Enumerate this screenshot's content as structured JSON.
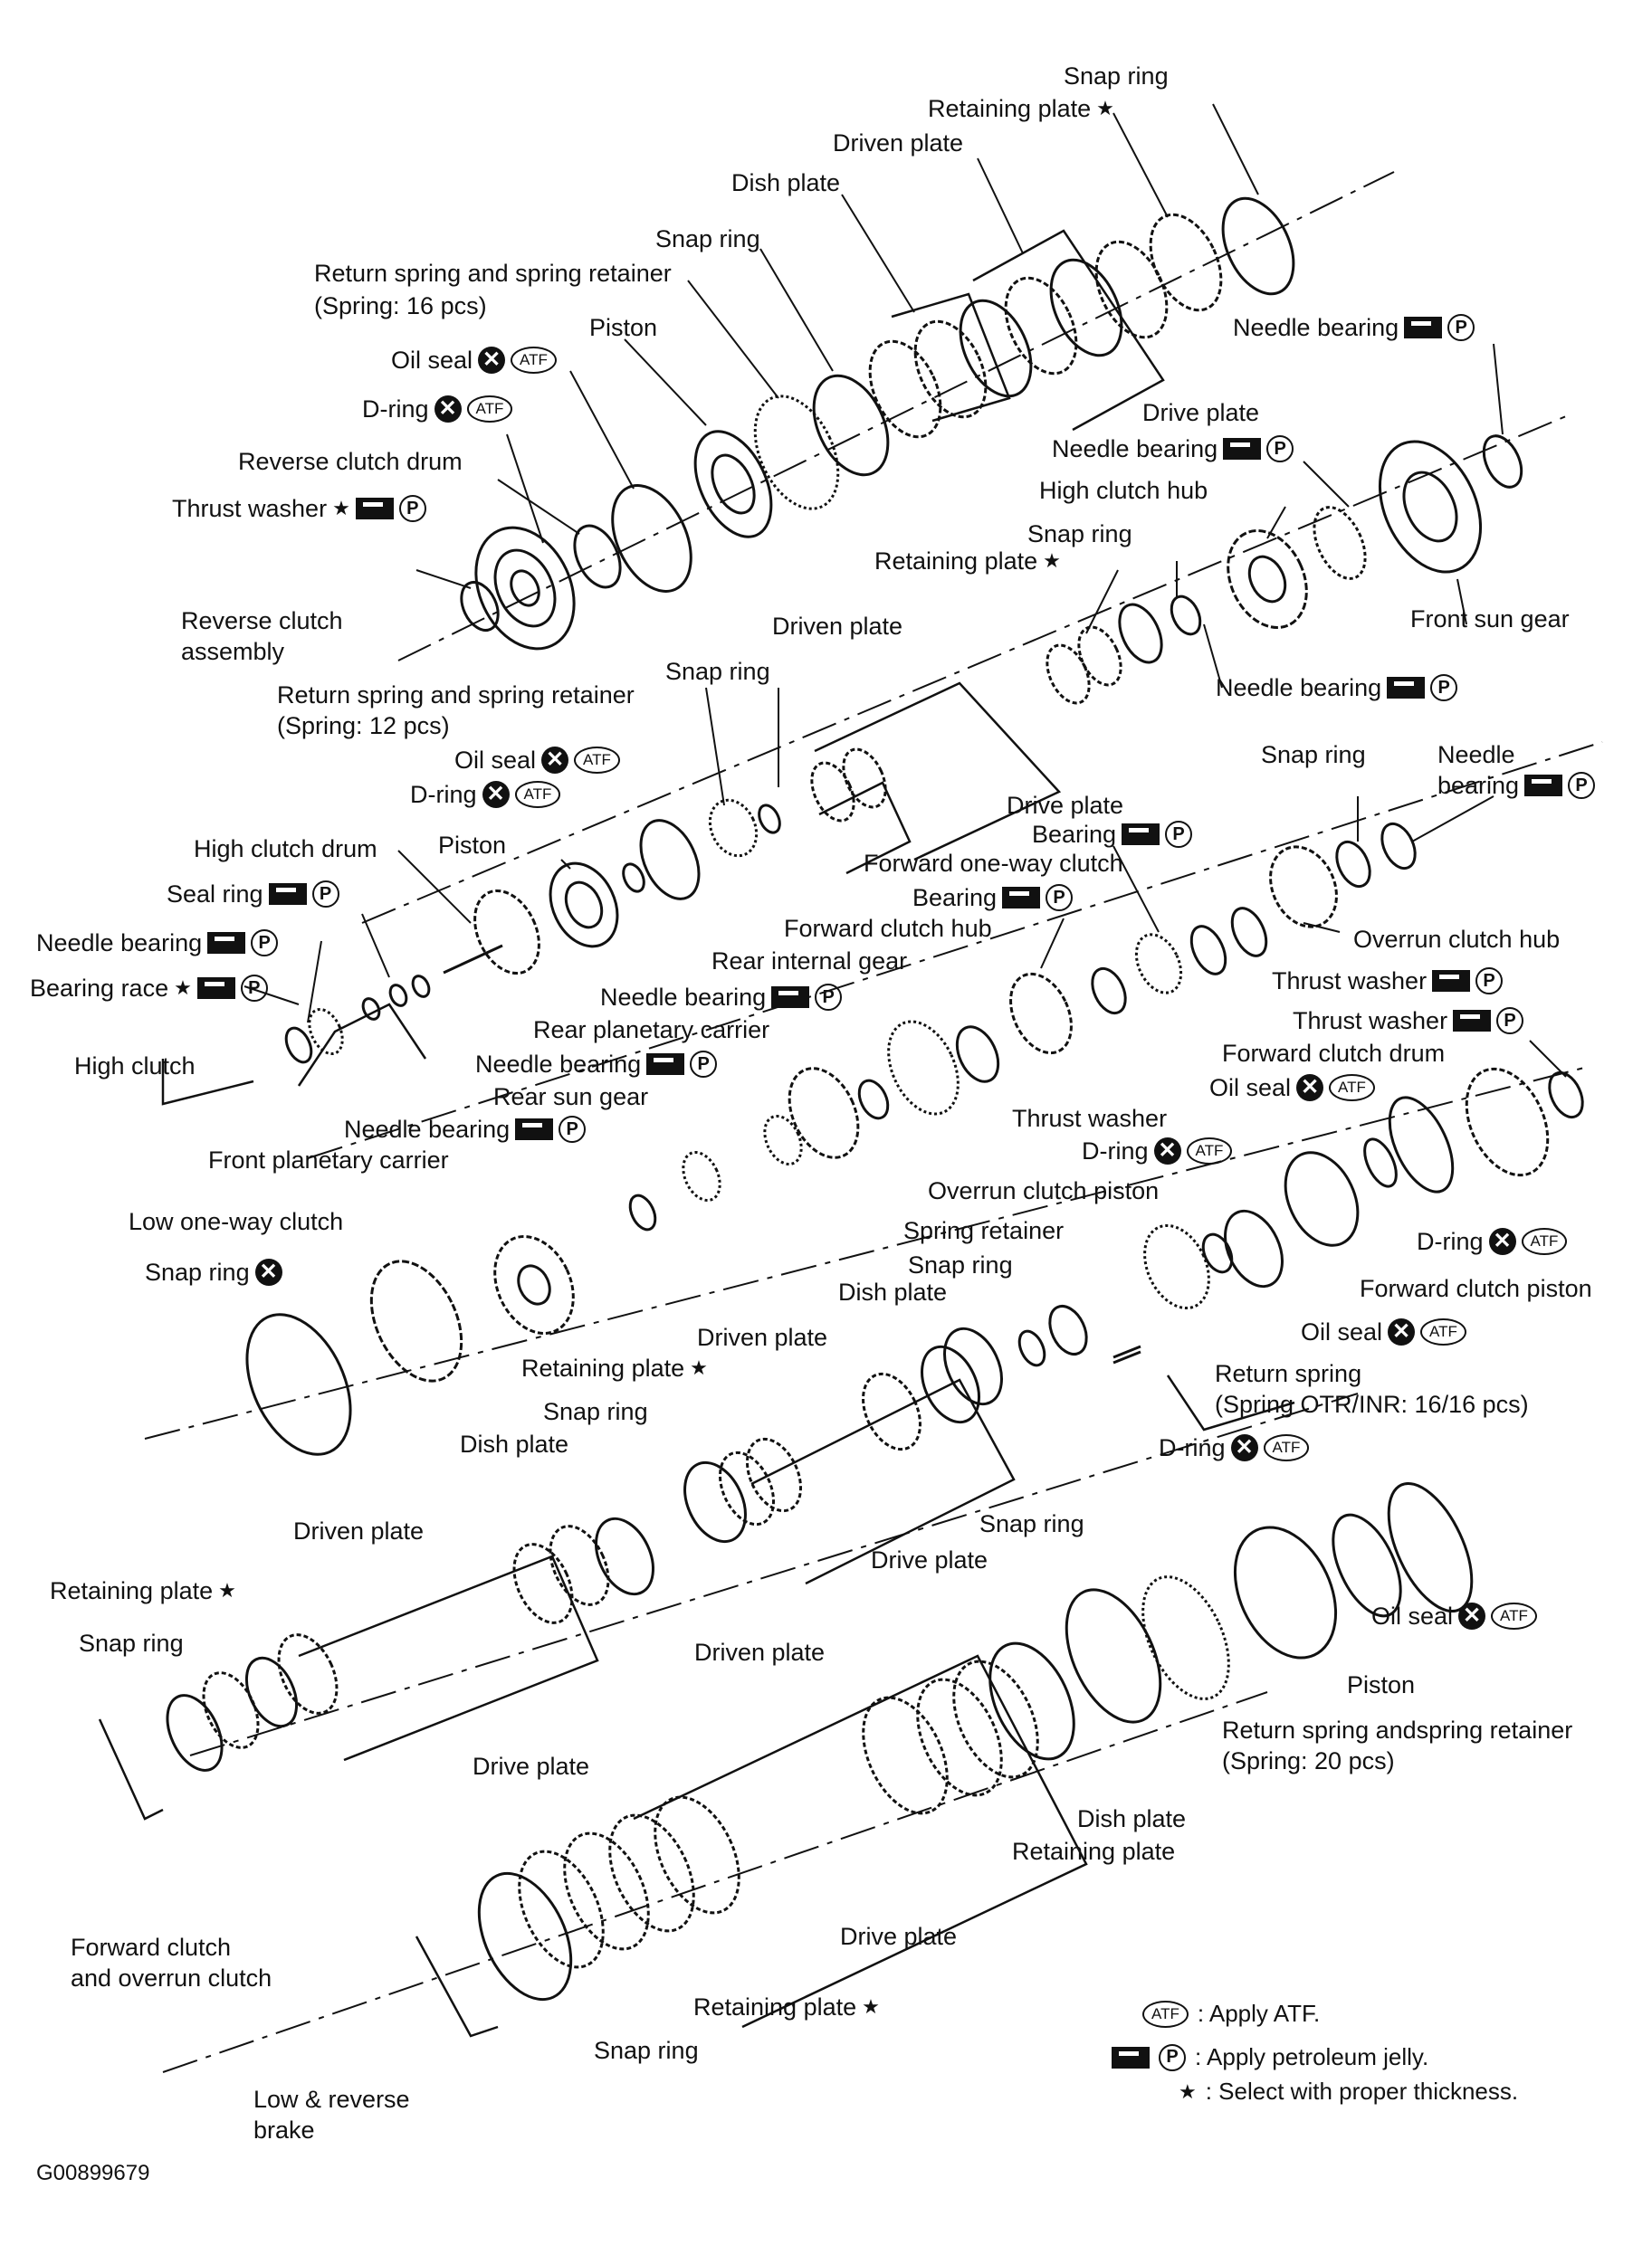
{
  "diagram_code": "G00899679",
  "labels": {
    "snap_ring_1": "Snap ring",
    "retaining_plate_1": "Retaining plate",
    "driven_plate_1": "Driven plate",
    "dish_plate_1": "Dish plate",
    "snap_ring_2": "Snap ring",
    "return_spring_1a": "Return spring and spring retainer",
    "return_spring_1b": "(Spring: 16 pcs)",
    "piston_1": "Piston",
    "oil_seal_1": "Oil seal",
    "d_ring_1": "D-ring",
    "reverse_clutch_drum": "Reverse clutch drum",
    "thrust_washer_1": "Thrust washer",
    "needle_bearing_1": "Needle bearing",
    "drive_plate_1": "Drive plate",
    "needle_bearing_2": "Needle bearing",
    "high_clutch_hub": "High clutch hub",
    "snap_ring_3": "Snap ring",
    "retaining_plate_2": "Retaining plate",
    "reverse_clutch_assembly_a": "Reverse clutch",
    "reverse_clutch_assembly_b": "assembly",
    "driven_plate_2": "Driven plate",
    "front_sun_gear": "Front sun gear",
    "snap_ring_4": "Snap ring",
    "needle_bearing_3": "Needle bearing",
    "return_spring_2a": "Return spring and spring retainer",
    "return_spring_2b": "(Spring: 12 pcs)",
    "oil_seal_2": "Oil seal",
    "d_ring_2": "D-ring",
    "snap_ring_5": "Snap ring",
    "needle_bearing_4a": "Needle",
    "needle_bearing_4b": "bearing",
    "drive_plate_2": "Drive plate",
    "bearing_1": "Bearing",
    "high_clutch_drum": "High clutch drum",
    "piston_2": "Piston",
    "forward_one_way_clutch": "Forward one-way clutch",
    "seal_ring": "Seal ring",
    "bearing_2": "Bearing",
    "forward_clutch_hub": "Forward clutch hub",
    "overrun_clutch_hub": "Overrun clutch hub",
    "needle_bearing_5": "Needle bearing",
    "rear_internal_gear": "Rear internal gear",
    "thrust_washer_2": "Thrust washer",
    "bearing_race": "Bearing race",
    "needle_bearing_6": "Needle bearing",
    "thrust_washer_3": "Thrust washer",
    "rear_planetary_carrier": "Rear planetary carrier",
    "forward_clutch_drum": "Forward clutch drum",
    "high_clutch": "High clutch",
    "needle_bearing_7": "Needle bearing",
    "rear_sun_gear": "Rear sun gear",
    "oil_seal_3": "Oil seal",
    "thrust_washer_4": "Thrust washer",
    "needle_bearing_8": "Needle bearing",
    "d_ring_3": "D-ring",
    "front_planetary_carrier": "Front planetary carrier",
    "overrun_clutch_piston": "Overrun clutch piston",
    "low_one_way_clutch": "Low one-way clutch",
    "spring_retainer": "Spring retainer",
    "d_ring_4": "D-ring",
    "snap_ring_6": "Snap ring",
    "snap_ring_7": "Snap ring",
    "forward_clutch_piston": "Forward clutch piston",
    "dish_plate_2": "Dish plate",
    "oil_seal_4": "Oil seal",
    "driven_plate_3": "Driven plate",
    "retaining_plate_3": "Retaining plate",
    "return_spring_3a": "Return spring",
    "return_spring_3b": "(Spring OTR/INR: 16/16 pcs)",
    "snap_ring_8": "Snap ring",
    "dish_plate_3": "Dish plate",
    "d_ring_5": "D-ring",
    "driven_plate_4": "Driven plate",
    "snap_ring_9": "Snap ring",
    "drive_plate_3": "Drive plate",
    "retaining_plate_4": "Retaining plate",
    "oil_seal_5": "Oil seal",
    "snap_ring_10": "Snap ring",
    "driven_plate_5": "Driven plate",
    "piston_3": "Piston",
    "return_spring_4a": "Return spring andspring retainer",
    "return_spring_4b": "(Spring: 20 pcs)",
    "drive_plate_4": "Drive plate",
    "dish_plate_4": "Dish plate",
    "retaining_plate_5": "Retaining plate",
    "forward_overrun_a": "Forward clutch",
    "forward_overrun_b": "and overrun clutch",
    "drive_plate_5": "Drive plate",
    "retaining_plate_6": "Retaining plate",
    "snap_ring_11": "Snap ring",
    "low_reverse_a": "Low & reverse",
    "low_reverse_b": "brake"
  },
  "legend": {
    "atf_symbol": "ATF",
    "jelly_symbol": "P",
    "star_symbol": "★",
    "apply_atf": ": Apply ATF.",
    "apply_jelly": ": Apply petroleum jelly.",
    "select_thickness": ": Select with proper thickness."
  },
  "symbols": {
    "x": "✕",
    "atf": "ATF",
    "p": "P",
    "star": "★"
  }
}
